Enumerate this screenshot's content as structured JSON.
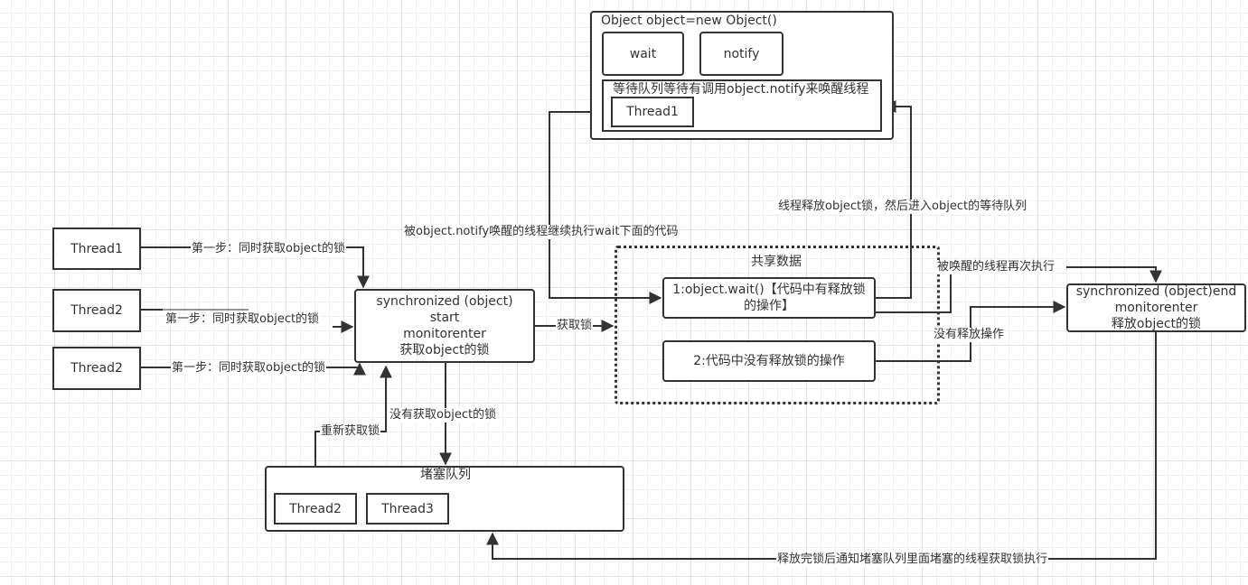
{
  "object_box": {
    "title": "Object object=new Object()",
    "wait_label": "wait",
    "notify_label": "notify",
    "wait_queue_title": "等待队列等待有调用object.notify来唤醒线程",
    "wait_queue_thread": "Thread1"
  },
  "threads": [
    {
      "label": "Thread1",
      "edge_label": "第一步：同时获取object的锁"
    },
    {
      "label": "Thread2",
      "edge_label": "第一步：同时获取object的锁"
    },
    {
      "label": "Thread2",
      "edge_label": "第一步：同时获取object的锁"
    }
  ],
  "sync_start": {
    "text": "synchronized (object)\nstart\nmonitorenter\n获取object的锁"
  },
  "shared_data": {
    "title": "共享数据",
    "item1": "1:object.wait()【代码中有释放锁\n的操作】",
    "item2": "2:代码中没有释放锁的操作"
  },
  "sync_end": {
    "text": "synchronized (object)end\nmonitorenter\n释放object的锁"
  },
  "blocking_queue": {
    "title": "堵塞队列",
    "threads": [
      "Thread2",
      "Thread3"
    ]
  },
  "edge_labels": {
    "notify_resume": "被object.notify唤醒的线程继续执行wait下面的代码",
    "release_enter_wait": "线程释放object锁，然后进入object的等待队列",
    "acquire_lock": "获取锁",
    "woken_rerun": "被唤醒的线程再次执行",
    "no_release": "没有释放操作",
    "not_acquired": "没有获取object的锁",
    "reacquire": "重新获取锁",
    "notify_blocked": "释放完锁后通知堵塞队列里面堵塞的线程获取锁执行"
  },
  "colors": {
    "stroke": "#333333",
    "text": "#333333",
    "background": "#ffffff",
    "grid": "#e3e3e3"
  }
}
